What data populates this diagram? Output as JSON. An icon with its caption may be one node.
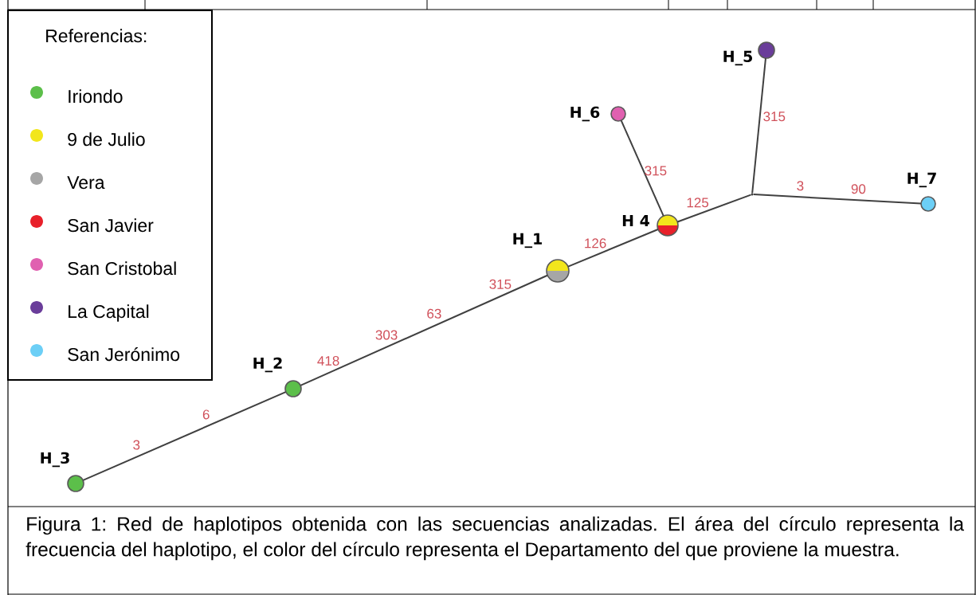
{
  "diagram": {
    "caption": "Figura 1: Red de haplotipos obtenida con las secuencias analizadas. El área del círculo representa la frecuencia del haplotipo, el color del círculo representa el Departamento del que proviene la muestra.",
    "nodes": [
      {
        "text": [],
        "shape": "circle",
        "beside": [
          "H_1"
        ]
      },
      {
        "text": [],
        "shape": "circle",
        "beside": [
          "H_2"
        ]
      },
      {
        "text": [],
        "shape": "circle",
        "beside": [
          "H_3"
        ]
      },
      {
        "text": [],
        "shape": "circle",
        "beside": [
          "H 4"
        ]
      },
      {
        "text": [],
        "shape": "circle",
        "beside": [
          "H_5"
        ]
      },
      {
        "text": [],
        "shape": "circle",
        "beside": [
          "H_6"
        ]
      },
      {
        "text": [],
        "shape": "circle",
        "beside": [
          "H_7"
        ]
      },
      {
        "text": [],
        "shape": "point"
      }
    ],
    "edges": [
      {
        "from": 2,
        "to": 1,
        "arrow": "none"
      },
      {
        "from": 1,
        "to": 0,
        "arrow": "none"
      },
      {
        "from": 0,
        "to": 3,
        "arrow": "none"
      },
      {
        "from": 3,
        "to": 7,
        "arrow": "none"
      },
      {
        "from": 3,
        "to": 5,
        "arrow": "none"
      },
      {
        "from": 7,
        "to": 4,
        "arrow": "none"
      },
      {
        "from": 7,
        "to": 6,
        "arrow": "none"
      }
    ],
    "labels": [
      "Referencias:",
      "3",
      "6",
      "418",
      "303",
      "63",
      "315",
      "126",
      "125",
      "315",
      "315",
      "3",
      "90"
    ],
    "legend": [
      {
        "text": "Iriondo",
        "color": "#5cbf4a"
      },
      {
        "text": "9 de Julio",
        "color": "#f2e61c"
      },
      {
        "text": "Vera",
        "color": "#a6a6a6"
      },
      {
        "text": "San Javier",
        "color": "#e8202a"
      },
      {
        "text": "San Cristobal",
        "color": "#e060b0"
      },
      {
        "text": "La Capital",
        "color": "#6a3d9a"
      },
      {
        "text": "San Jerónimo",
        "color": "#6ccff6"
      }
    ]
  }
}
